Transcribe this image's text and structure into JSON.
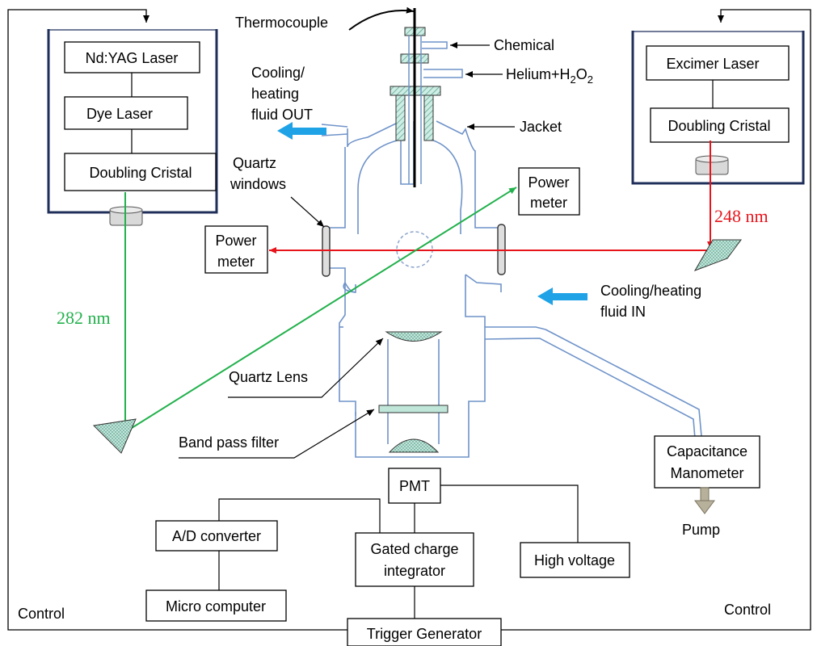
{
  "labels": {
    "thermocouple": "Thermocouple",
    "chemical": "Chemical",
    "helium_prefix": "Helium+H",
    "helium_sub1": "2",
    "helium_mid": "O",
    "helium_sub2": "2",
    "cooling_out_l1": "Cooling/",
    "cooling_out_l2": "heating",
    "cooling_out_l3": "fluid OUT",
    "jacket": "Jacket",
    "quartz_windows_l1": "Quartz",
    "quartz_windows_l2": "windows",
    "power_meter_right_l1": "Power",
    "power_meter_right_l2": "meter",
    "power_meter_left_l1": "Power",
    "power_meter_left_l2": "meter",
    "cooling_in_l1": "Cooling/heating",
    "cooling_in_l2": "fluid IN",
    "wavelength_green": "282 nm",
    "wavelength_red": "248 nm",
    "quartz_lens": "Quartz Lens",
    "band_pass_filter": "Band pass filter",
    "capacitance_l1": "Capacitance",
    "capacitance_l2": "Manometer",
    "pump": "Pump",
    "pmt": "PMT",
    "ad_converter": "A/D converter",
    "gated_l1": "Gated charge",
    "gated_l2": "integrator",
    "high_voltage": "High voltage",
    "micro_computer": "Micro computer",
    "trigger_generator": "Trigger Generator",
    "control_left": "Control",
    "control_right": "Control"
  },
  "left_laser_stack": {
    "nd_yag": "Nd:YAG Laser",
    "dye": "Dye Laser",
    "doubling": "Doubling Cristal"
  },
  "right_laser_stack": {
    "excimer": "Excimer Laser",
    "doubling": "Doubling Cristal"
  },
  "colors": {
    "green_beam": "#22b14c",
    "red_beam": "#e8141c",
    "cell_outline": "#6f93c9",
    "fluid_arrow": "#1fa3e6",
    "enclosure_border": "#1f2f5a",
    "hatch_fill": "#a8d8c8"
  }
}
